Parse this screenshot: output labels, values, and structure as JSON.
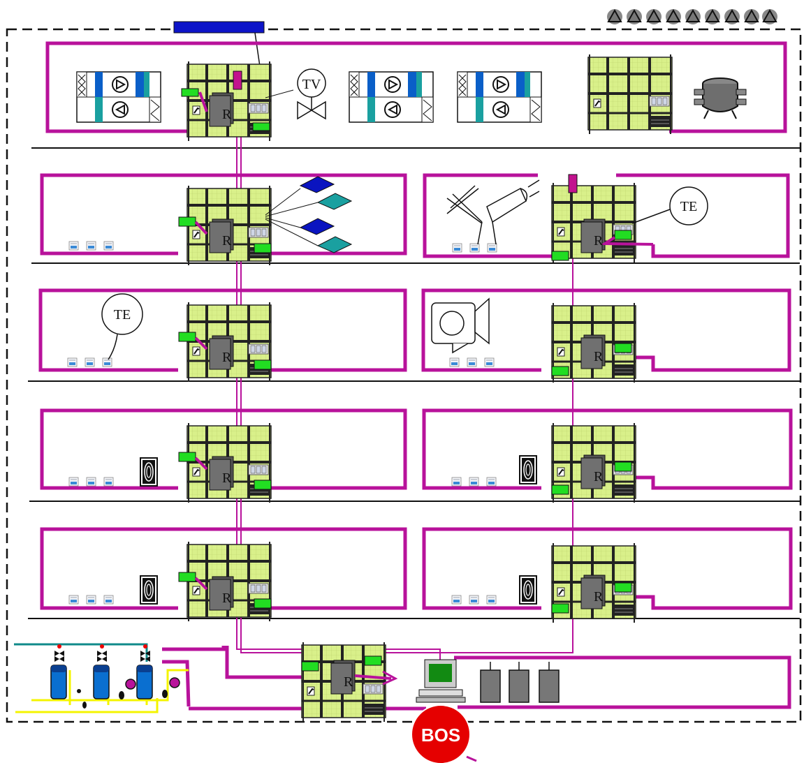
{
  "labels": {
    "tv": "TV",
    "te_floor4_right": "TE",
    "te_floor3_left": "TE",
    "bos": "BOS",
    "controller_letter": "R"
  },
  "colors": {
    "bus": "#b8129b",
    "cabinet_fill": "#d9f08a",
    "cabinet_grid": "#222222",
    "controller": "#707070",
    "green_module": "#22dd22",
    "ahu_blue": "#0a5fc8",
    "ahu_teal": "#1aa0a0",
    "bos_red": "#e50000",
    "pipe_yellow": "#f4f400",
    "pipe_teal": "#0f8a8a",
    "cable_blue": "#0d14c8"
  },
  "icons": [
    "triangle-warning-icon",
    "air-handling-unit-icon",
    "valve-icon",
    "chiller-tank-icon",
    "room-sensor-icon",
    "speaker-icon",
    "diamond-device-icon",
    "projector-icon",
    "spiral-camera-icon",
    "boiler-icon",
    "pump-icon",
    "computer-workstation-icon",
    "server-rack-icon"
  ]
}
